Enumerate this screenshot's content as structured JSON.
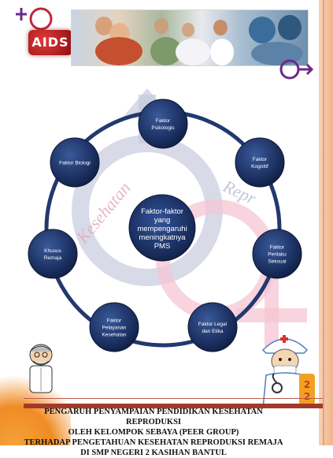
{
  "header": {
    "logo_text": "AIDS"
  },
  "diagram": {
    "center_label": [
      "Faktor-faktor",
      "yang",
      "mempengaruhi",
      "meningkatnya",
      "PMS"
    ],
    "nodes": [
      {
        "lines": [
          "Faktor",
          "Psikologis"
        ]
      },
      {
        "lines": [
          "Faktor",
          "Kognitif"
        ]
      },
      {
        "lines": [
          "Faktor",
          "Perilaku",
          "Seksual"
        ]
      },
      {
        "lines": [
          "Faktor Legal",
          "dan Etika"
        ]
      },
      {
        "lines": [
          "Faktor",
          "Pelayanan",
          "Kesehatan"
        ]
      },
      {
        "lines": [
          "Khusus",
          "Remaja"
        ]
      },
      {
        "lines": [
          "Faktor Biologi"
        ]
      }
    ],
    "watermark_left": "Kesehatan",
    "watermark_right": "Repr"
  },
  "footer": {
    "lines": [
      "Pengaruh Penyampaian Pendidikan Kesehatan Reproduksi",
      "Oleh Kelompok Sebaya (Peer Group)",
      "Terhadap Pengetahuan Kesehatan Reproduksi Remaja",
      "Di SMP Negeri 2 Kasihan Bantul"
    ]
  },
  "colors": {
    "node_dark": "#14254d",
    "node_mid": "#2e4a86",
    "ring": "#1e3366",
    "gender_symbol": "#c7c9dc",
    "female_symbol": "#f3c0cf",
    "accent_red": "#c0263c",
    "accent_purple": "#6a2a8a"
  }
}
